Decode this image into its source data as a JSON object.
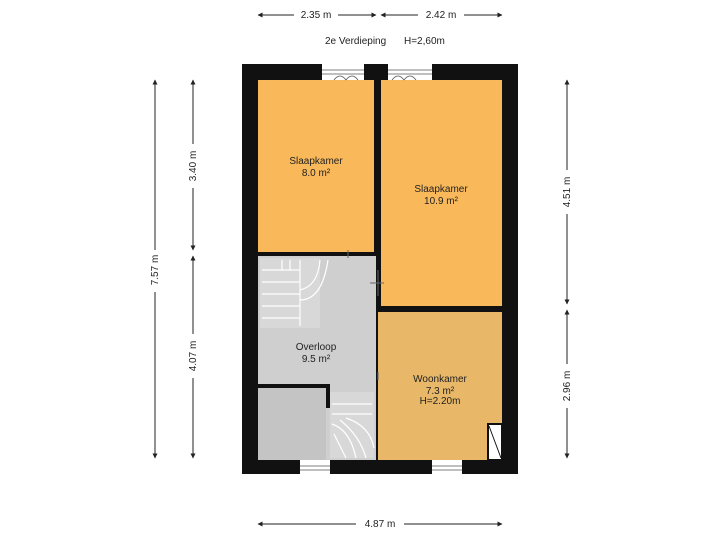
{
  "header": {
    "floor_label": "2e Verdieping",
    "height_label": "H=2,60m"
  },
  "dimensions": {
    "top_left": "2.35 m",
    "top_right": "2.42 m",
    "bottom": "4.87 m",
    "left_total": "7.57 m",
    "left_upper": "3.40 m",
    "left_lower": "4.07 m",
    "right_upper": "4.51 m",
    "right_lower": "2.96 m"
  },
  "rooms": [
    {
      "name": "Slaapkamer",
      "area": "8.0 m²"
    },
    {
      "name": "Slaapkamer",
      "area": "10.9 m²"
    },
    {
      "name": "Overloop",
      "area": "9.5 m²"
    },
    {
      "name": "Woonkamer",
      "area": "7.3 m²",
      "height": "H=2.20m"
    }
  ],
  "colors": {
    "wall": "#111111",
    "bedroom": "#f9b95a",
    "living": "#e8b868",
    "landing": "#cfcfcf",
    "stairs": "#d9d9d9",
    "dimension_line": "#222222"
  }
}
